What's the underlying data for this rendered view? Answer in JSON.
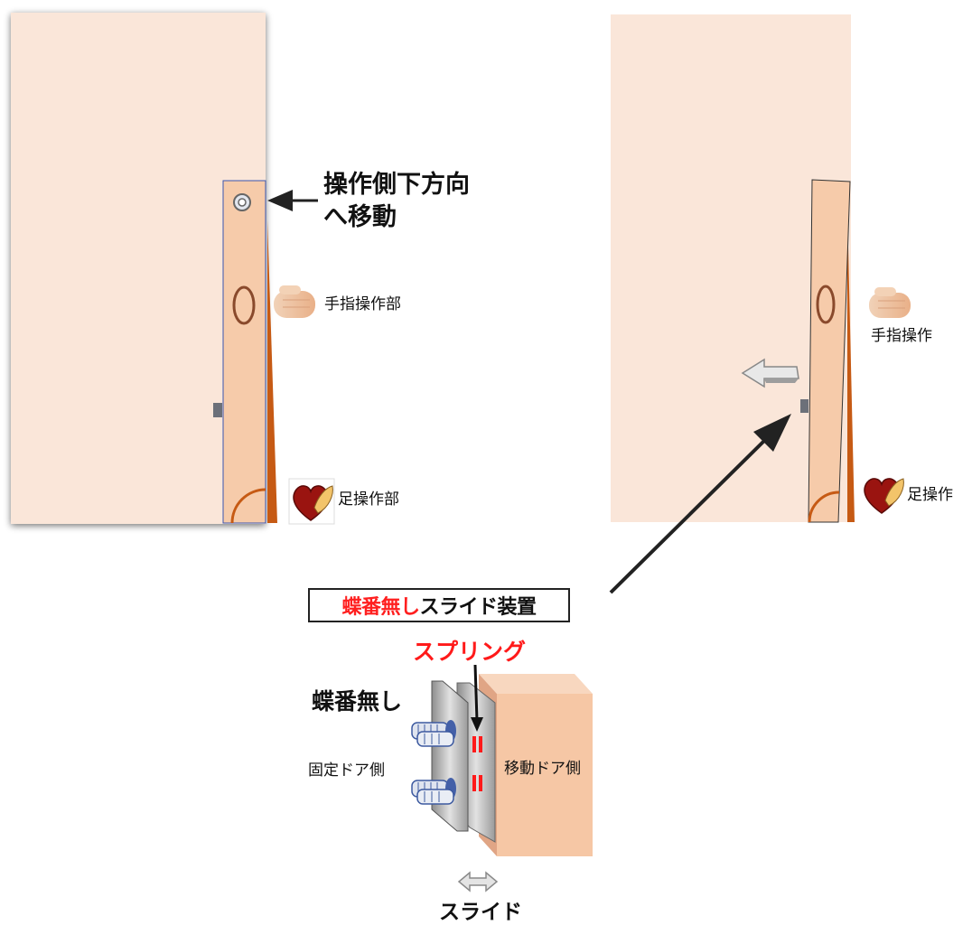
{
  "left_door": {
    "arrow_label_line1": "操作側下方向",
    "arrow_label_line2": "へ移動",
    "finger_label": "手指操作部",
    "foot_label": "足操作部"
  },
  "right_door": {
    "finger_label": "手指操作",
    "foot_label": "足操作"
  },
  "device": {
    "title_red": "蝶番無し",
    "title_black": "スライド装置",
    "spring_label": "スプリング",
    "no_hinge_label": "蝶番無し",
    "fixed_side_label": "固定ドア側",
    "moving_side_label": "移動ドア側",
    "slide_label": "スライド"
  },
  "colors": {
    "door_fill": "#fae6d9",
    "panel_fill": "#f6cbaa",
    "orange_edge": "#c65a14",
    "spring_red": "#ff1a1a",
    "title_red": "#ff1f1f"
  },
  "icons": [
    "hand-icon",
    "heart-foot-icon",
    "arrow-icon",
    "spring-icon",
    "bolt-icon",
    "double-arrow-icon"
  ]
}
